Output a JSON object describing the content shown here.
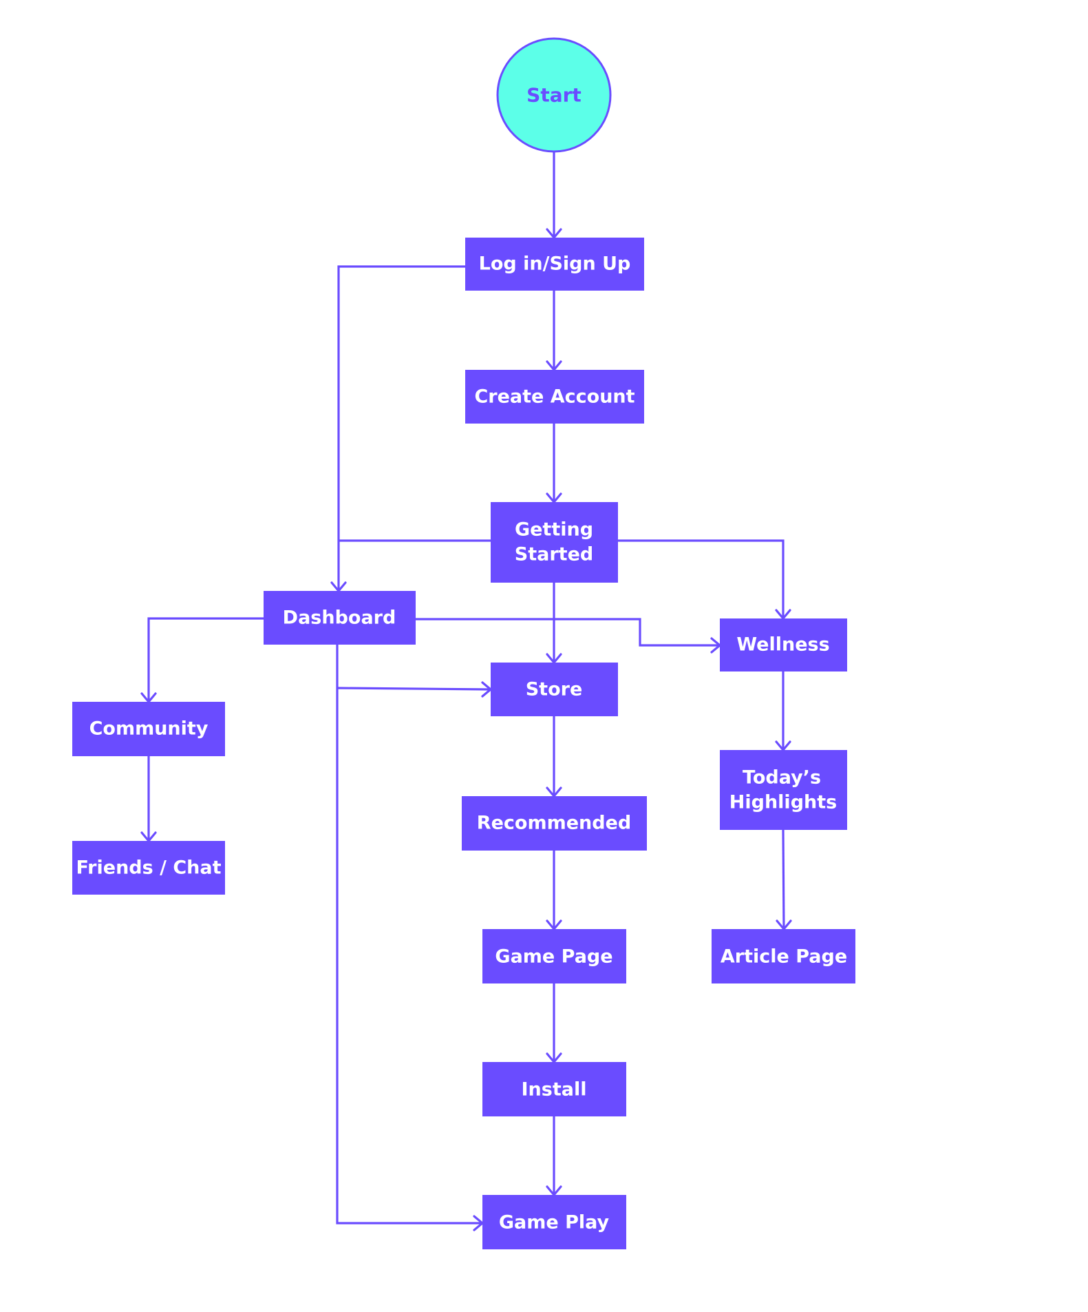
{
  "colors": {
    "node_fill": "#6a4cff",
    "edge": "#6a4cff",
    "start_fill": "#5cffe8",
    "start_stroke": "#6a4cff",
    "start_text": "#6a4cff",
    "node_text": "#ffffff"
  },
  "nodes": {
    "start": "Start",
    "login": "Log in/Sign Up",
    "create_account": "Create Account",
    "getting_started_1": "Getting",
    "getting_started_2": "Started",
    "dashboard": "Dashboard",
    "wellness": "Wellness",
    "store": "Store",
    "community": "Community",
    "friends_chat": "Friends / Chat",
    "recommended": "Recommended",
    "todays_highlights_1": "Today’s",
    "todays_highlights_2": "Highlights",
    "game_page": "Game Page",
    "article_page": "Article Page",
    "install": "Install",
    "game_play": "Game Play"
  },
  "edges": [
    {
      "from": "Start",
      "to": "Log in/Sign Up"
    },
    {
      "from": "Log in/Sign Up",
      "to": "Create Account"
    },
    {
      "from": "Log in/Sign Up",
      "to": "Dashboard"
    },
    {
      "from": "Create Account",
      "to": "Getting Started"
    },
    {
      "from": "Getting Started",
      "to": "Dashboard"
    },
    {
      "from": "Getting Started",
      "to": "Wellness"
    },
    {
      "from": "Getting Started",
      "to": "Store"
    },
    {
      "from": "Dashboard",
      "to": "Community"
    },
    {
      "from": "Dashboard",
      "to": "Wellness"
    },
    {
      "from": "Dashboard",
      "to": "Store"
    },
    {
      "from": "Dashboard",
      "to": "Game Play"
    },
    {
      "from": "Community",
      "to": "Friends / Chat"
    },
    {
      "from": "Store",
      "to": "Recommended"
    },
    {
      "from": "Recommended",
      "to": "Game Page"
    },
    {
      "from": "Game Page",
      "to": "Install"
    },
    {
      "from": "Install",
      "to": "Game Play"
    },
    {
      "from": "Wellness",
      "to": "Today’s Highlights"
    },
    {
      "from": "Today’s Highlights",
      "to": "Article Page"
    }
  ]
}
